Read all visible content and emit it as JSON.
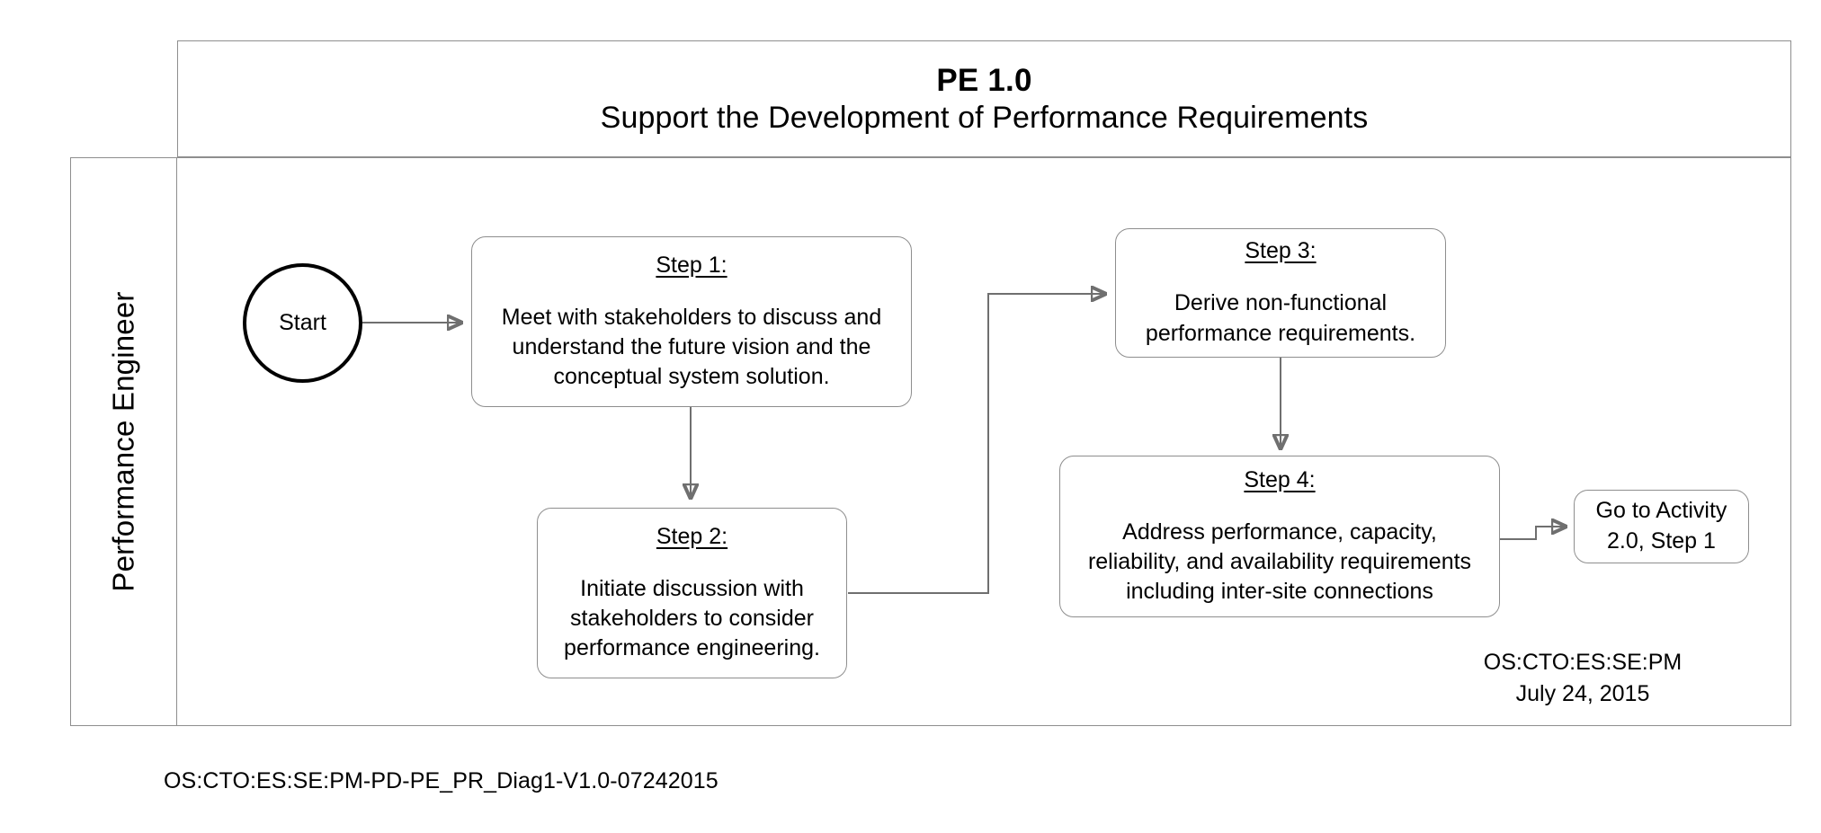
{
  "diagram": {
    "title_line1": "PE 1.0",
    "title_line2": "Support the Development of Performance Requirements",
    "lane_label": "Performance Engineer",
    "signature": "OS:CTO:ES:SE:PM\nJuly 24, 2015",
    "document_id": "OS:CTO:ES:SE:PM-PD-PE_PR_Diag1-V1.0-07242015",
    "colors": {
      "frame_line": "#8e8e8e",
      "node_border": "#8e8e8e",
      "connector": "#6f6f6f",
      "start_border": "#000000",
      "text": "#000000",
      "background": "#ffffff"
    }
  },
  "nodes": {
    "start": {
      "label": "Start",
      "shape": "circle"
    },
    "step1": {
      "heading": "Step 1:",
      "body": "Meet with stakeholders to discuss and\nunderstand the future vision and the\nconceptual system solution."
    },
    "step2": {
      "heading": "Step 2:",
      "body": "Initiate discussion with\nstakeholders to consider\nperformance engineering."
    },
    "step3": {
      "heading": "Step 3:",
      "body": "Derive non-functional\nperformance requirements."
    },
    "step4": {
      "heading": "Step 4:",
      "body": "Address performance, capacity,\nreliability, and availability requirements\nincluding inter-site connections"
    },
    "goto": {
      "label": "Go to Activity\n2.0, Step 1",
      "shape": "rounded-rect"
    }
  },
  "connectors": [
    {
      "from": "start",
      "to": "step1",
      "kind": "straight-right"
    },
    {
      "from": "step1",
      "to": "step2",
      "kind": "straight-down"
    },
    {
      "from": "step2",
      "to": "step3",
      "kind": "elbow-right-up-right"
    },
    {
      "from": "step3",
      "to": "step4",
      "kind": "straight-down"
    },
    {
      "from": "step4",
      "to": "goto",
      "kind": "jog-right"
    }
  ]
}
